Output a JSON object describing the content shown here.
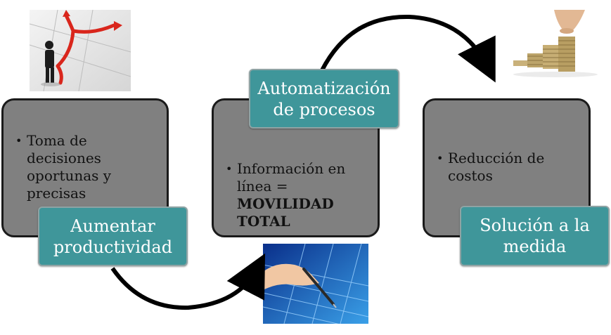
{
  "stages": [
    {
      "bullet_text": "Toma de decisiones oportunas y precisas",
      "label_line1": "Aumentar",
      "label_line2": "productividad"
    },
    {
      "bullet_text": "Información en línea =",
      "bullet_bold_line1": "MOVILIDAD",
      "bullet_bold_line2": "TOTAL",
      "label_line1": "Automatización",
      "label_line2": "de procesos"
    },
    {
      "bullet_text": "Reducción de costos",
      "label_line1": "Solución a la",
      "label_line2": "medida"
    }
  ],
  "colors": {
    "box_fill": "#808080",
    "label_fill": "#3f969a",
    "arrow": "#000000"
  },
  "icons": [
    "decision-arrows-icon",
    "hand-pen-data-icon",
    "coin-stacks-icon"
  ]
}
